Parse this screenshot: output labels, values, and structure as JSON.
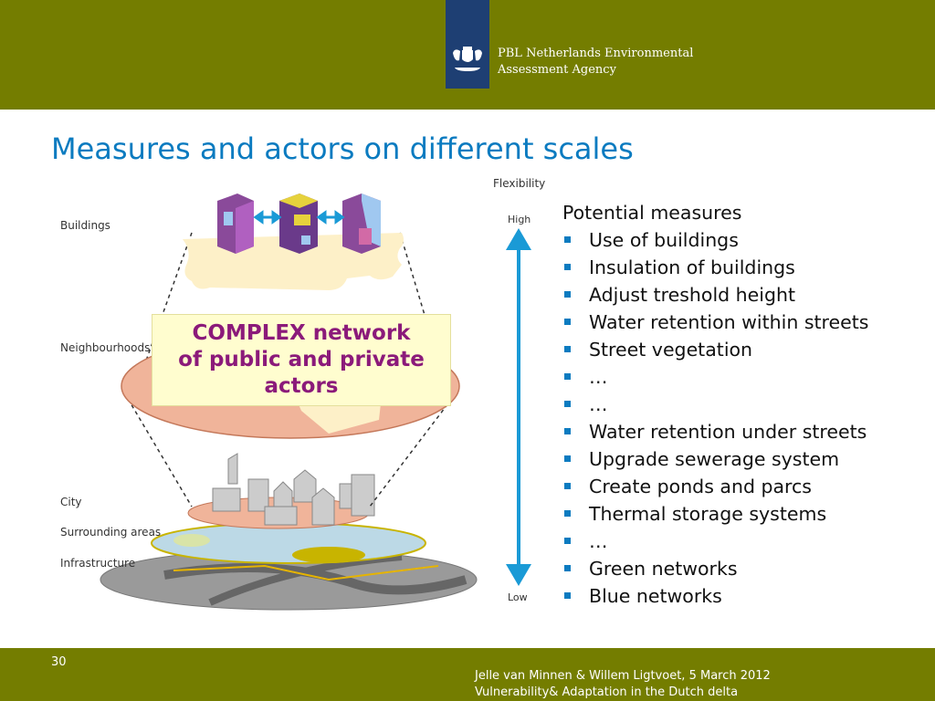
{
  "header": {
    "agency_line1": "PBL Netherlands Environmental",
    "agency_line2": "Assessment Agency",
    "logo_icon": "netherlands-coat-of-arms-icon"
  },
  "title": "Measures and actors on different scales",
  "diagram": {
    "scales": [
      "Buildings",
      "Neighbourhoods",
      "City",
      "Surrounding areas",
      "Infrastructure"
    ],
    "flexibility_label": "Flexibility",
    "high_label": "High",
    "low_label": "Low",
    "callout_line1": "COMPLEX network",
    "callout_line2": "of public and private",
    "callout_line3": "actors"
  },
  "measures": {
    "heading": "Potential measures",
    "items": [
      "Use of buildings",
      "Insulation of buildings",
      "Adjust treshold height",
      "Water retention within streets",
      "Street vegetation",
      "…",
      "…",
      "Water retention under streets",
      "Upgrade sewerage system",
      "Create ponds and parcs",
      "Thermal storage systems",
      "…",
      "Green networks",
      "Blue networks"
    ]
  },
  "footer": {
    "page_number": "30",
    "credit_line1": "Jelle van Minnen & Willem Ligtvoet, 5 March 2012",
    "credit_line2": "Vulnerability& Adaptation in the Dutch delta"
  },
  "colors": {
    "olive": "#747d00",
    "navy": "#1e3f73",
    "title_blue": "#0b7bc0",
    "arrow_blue": "#1a9ad6",
    "callout_fill": "#fffdcf",
    "callout_text": "#8b1a7a"
  }
}
